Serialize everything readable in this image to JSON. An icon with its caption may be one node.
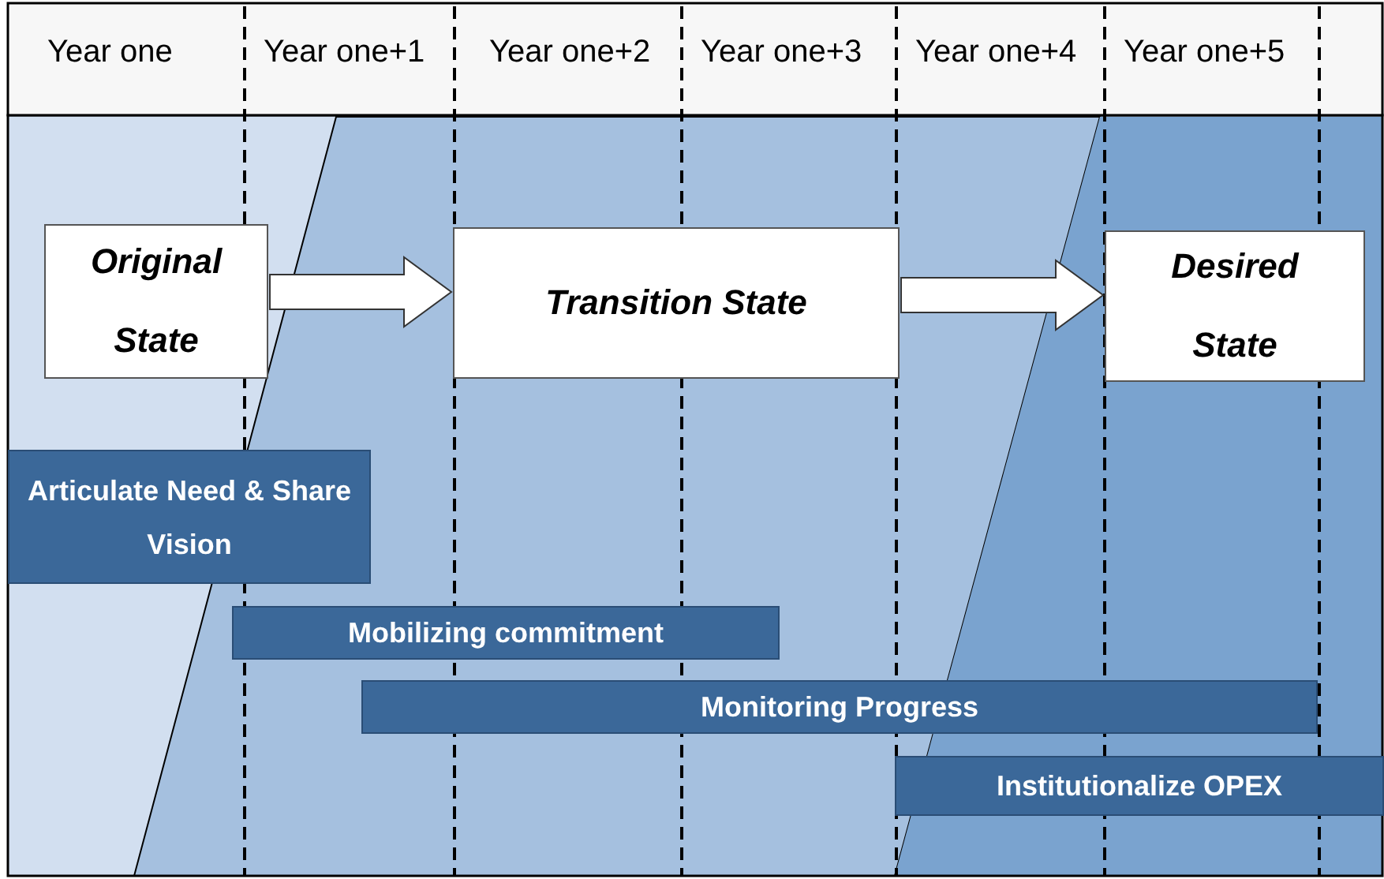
{
  "diagram": {
    "nodes": [
      {
        "text": [
          "Original State"
        ]
      },
      {
        "text": [
          "Transition State"
        ]
      },
      {
        "text": [
          "Desired State"
        ]
      },
      {
        "text": [
          "Articulate Need & Share Vision"
        ]
      },
      {
        "text": [
          "Mobilizing commitment"
        ]
      },
      {
        "text": [
          "Monitoring Progress"
        ]
      },
      {
        "text": [
          "Institutionalize OPEX"
        ]
      }
    ],
    "edges": [
      {
        "from": 0,
        "to": 1,
        "arrow": "to"
      },
      {
        "from": 1,
        "to": 2,
        "arrow": "to"
      }
    ],
    "labels": [
      "Year one",
      "Year one+1",
      "Year one+2",
      "Year one+3",
      "Year one+4",
      "Year one+5"
    ]
  }
}
